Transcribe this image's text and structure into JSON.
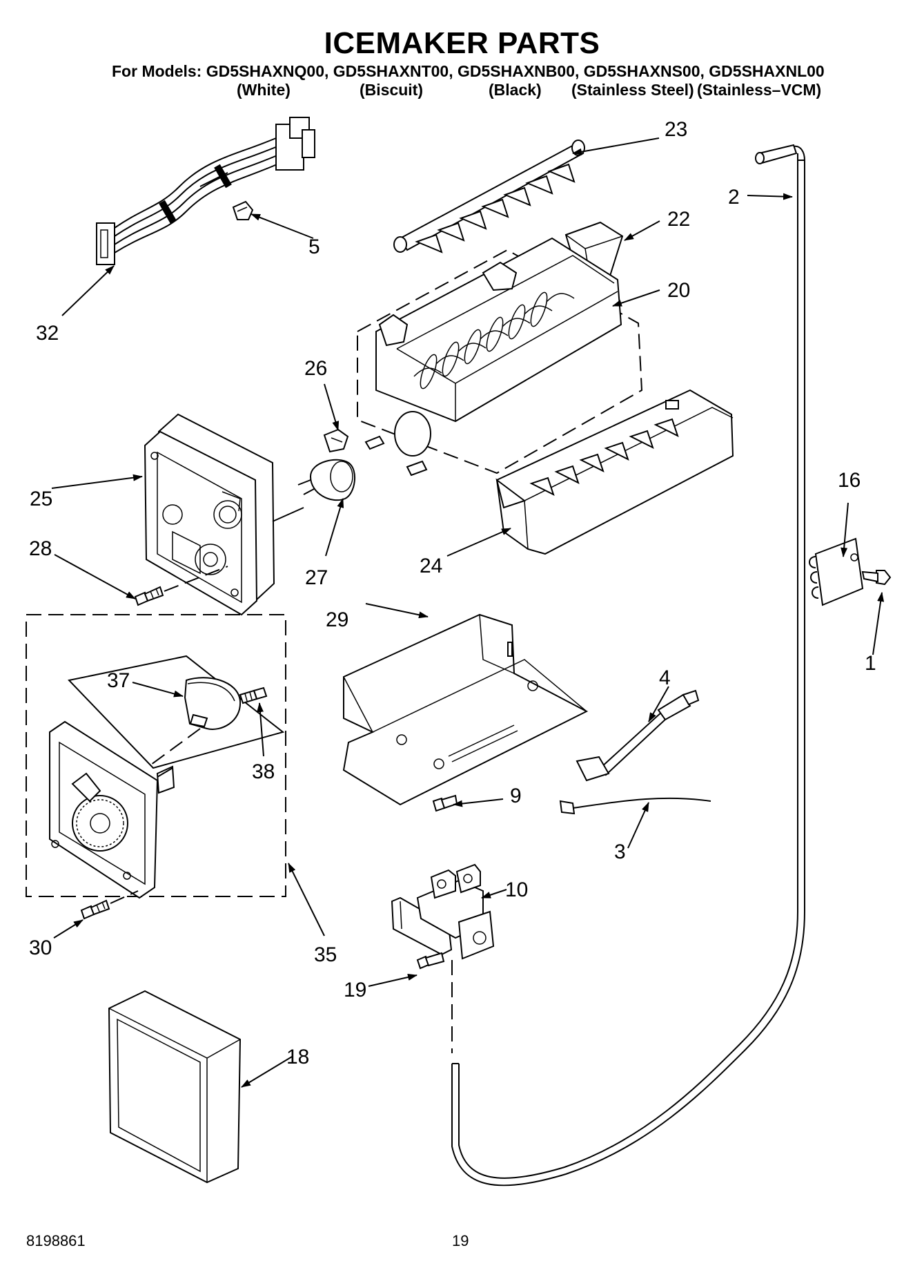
{
  "title": "ICEMAKER PARTS",
  "models_line": "For Models: GD5SHAXNQ00, GD5SHAXNT00, GD5SHAXNB00, GD5SHAXNS00, GD5SHAXNL00",
  "colors": [
    "(White)",
    "(Biscuit)",
    "(Black)",
    "(Stainless Steel)",
    "(Stainless–VCM)"
  ],
  "callouts": {
    "c1": "1",
    "c2": "2",
    "c3": "3",
    "c4": "4",
    "c5": "5",
    "c9": "9",
    "c10": "10",
    "c16": "16",
    "c18": "18",
    "c19": "19",
    "c20": "20",
    "c22": "22",
    "c23": "23",
    "c24": "24",
    "c25": "25",
    "c26": "26",
    "c27": "27",
    "c28": "28",
    "c29": "29",
    "c30": "30",
    "c32": "32",
    "c35": "35",
    "c37": "37",
    "c38": "38"
  },
  "footer": {
    "doc_number": "8198861",
    "page_number": "19"
  }
}
